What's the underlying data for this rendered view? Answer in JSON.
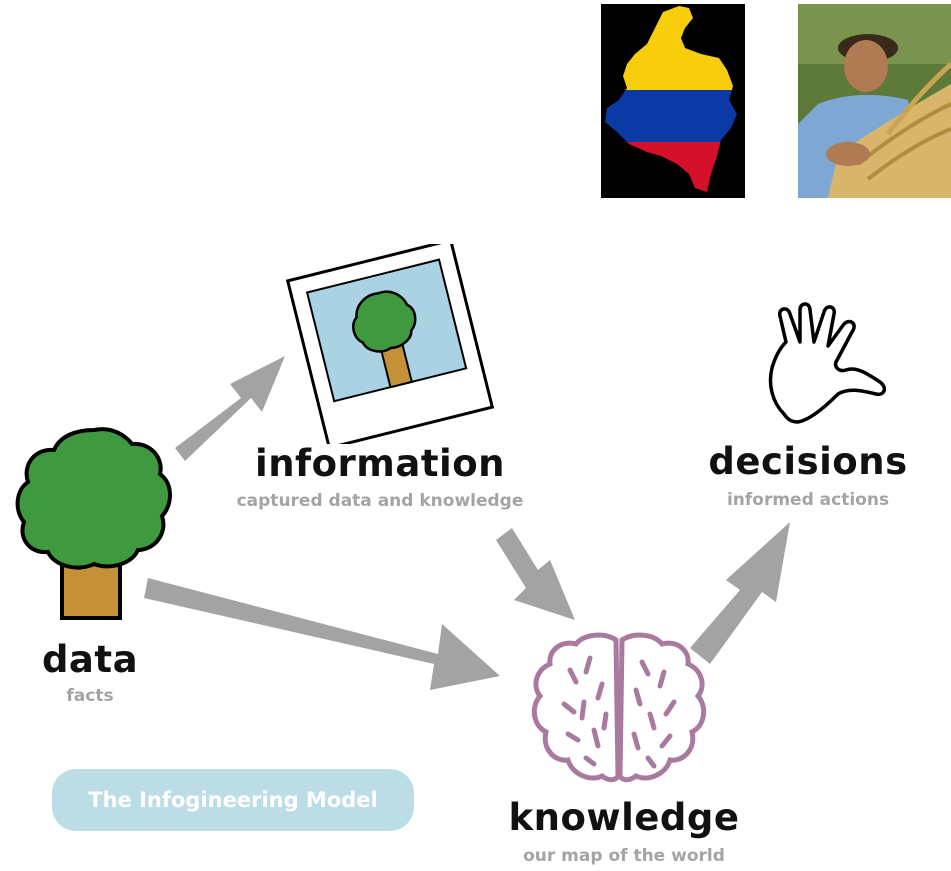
{
  "colors": {
    "arrow": "#a3a3a3",
    "tree_foliage": "#3f9a3f",
    "tree_trunk": "#c49038",
    "brain": "#a97a9e",
    "photo_sky": "#a9d3e2",
    "pill_background": "#bcdde6",
    "subtitle": "#a4a4a4"
  },
  "icons": {
    "colombia_map": "colombia-flag-map-icon",
    "farmer_photo": "farmer-photo-icon",
    "tree": "tree-icon",
    "polaroid": "polaroid-tree-icon",
    "hand": "hand-icon",
    "brain": "brain-icon"
  },
  "nodes": {
    "data": {
      "title": "data",
      "subtitle": "facts"
    },
    "information": {
      "title": "information",
      "subtitle": "captured data and knowledge"
    },
    "knowledge": {
      "title": "knowledge",
      "subtitle": "our map of the world"
    },
    "decisions": {
      "title": "decisions",
      "subtitle": "informed actions"
    }
  },
  "model_label": "The Infogineering Model"
}
